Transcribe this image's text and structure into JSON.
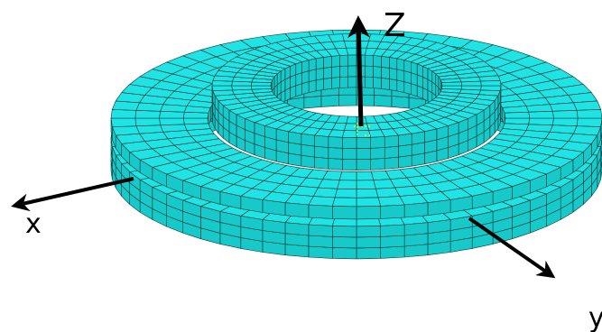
{
  "colors": {
    "background": "#ffffff",
    "mesh_top": "#21E3E3",
    "mesh_side": "#17C9C9",
    "mesh_line": "#0a3b3b",
    "axis": "#000000",
    "origin_marker": "#E8E83A"
  },
  "axes": {
    "z": {
      "label": "Z"
    },
    "x": {
      "label": "x"
    },
    "y": {
      "label": "y"
    }
  },
  "mesh": {
    "outer_ring_radial_divisions": 4,
    "inner_ring_radial_divisions": 3,
    "circumferential_divisions": 64,
    "inner_ring_layers": 3,
    "outer_ring_layers": 1
  }
}
